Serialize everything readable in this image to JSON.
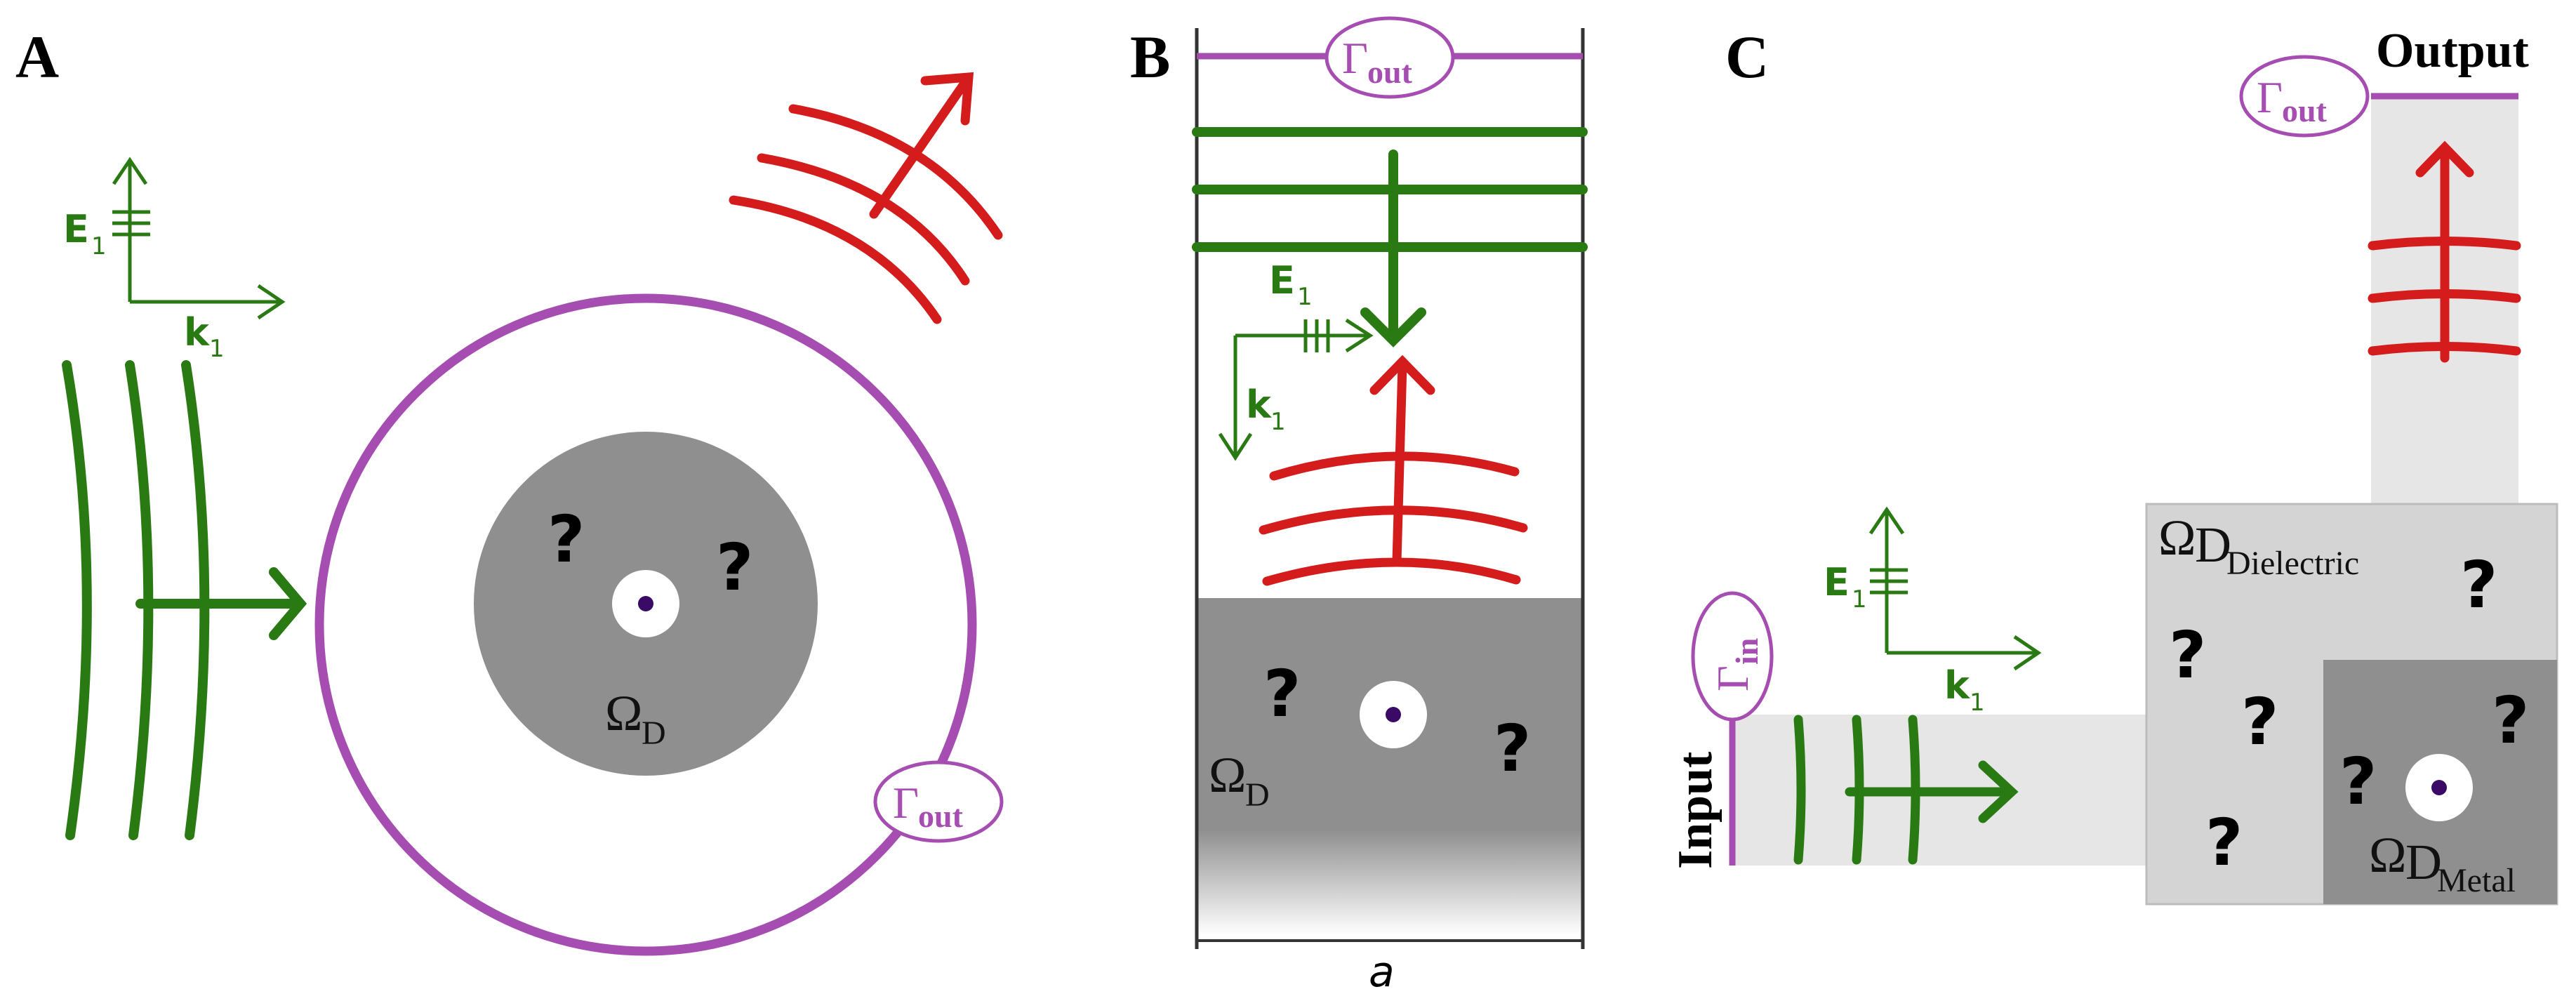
{
  "colors": {
    "incident": "#2a7a14",
    "scattered": "#d41c1c",
    "boundary": "#a64db2",
    "domain_dark": "#8f8f8f",
    "domain_light": "#d4d4d4",
    "waveguide": "#e6e6e6",
    "dot": "#3a0a66"
  },
  "panels": {
    "a": {
      "letter": "A",
      "e_label": "E",
      "e_sub": "1",
      "k_label": "k",
      "k_sub": "1",
      "q1": "?",
      "q2": "?",
      "omega": "Ω",
      "omega_sub": "D",
      "gamma": "Γ",
      "gamma_sub": "out"
    },
    "b": {
      "letter": "B",
      "gamma": "Γ",
      "gamma_sub": "out",
      "e_label": "E",
      "e_sub": "1",
      "k_label": "k",
      "k_sub": "1",
      "q1": "?",
      "q2": "?",
      "omega": "Ω",
      "omega_sub": "D",
      "period": "a"
    },
    "c": {
      "letter": "C",
      "output": "Output",
      "input": "Input",
      "gamma_out": "Γ",
      "gamma_out_sub": "out",
      "gamma_in": "Γ",
      "gamma_in_sub": "in",
      "e_label": "E",
      "e_sub": "1",
      "k_label": "k",
      "k_sub": "1",
      "omega_dielectric": "Ω",
      "omega_dielectric_sub1": "D",
      "omega_dielectric_sub2": "Dielectric",
      "omega_metal": "Ω",
      "omega_metal_sub1": "D",
      "omega_metal_sub2": "Metal",
      "q1": "?",
      "q2": "?",
      "q3": "?",
      "q4": "?",
      "q5": "?",
      "q6": "?"
    }
  }
}
